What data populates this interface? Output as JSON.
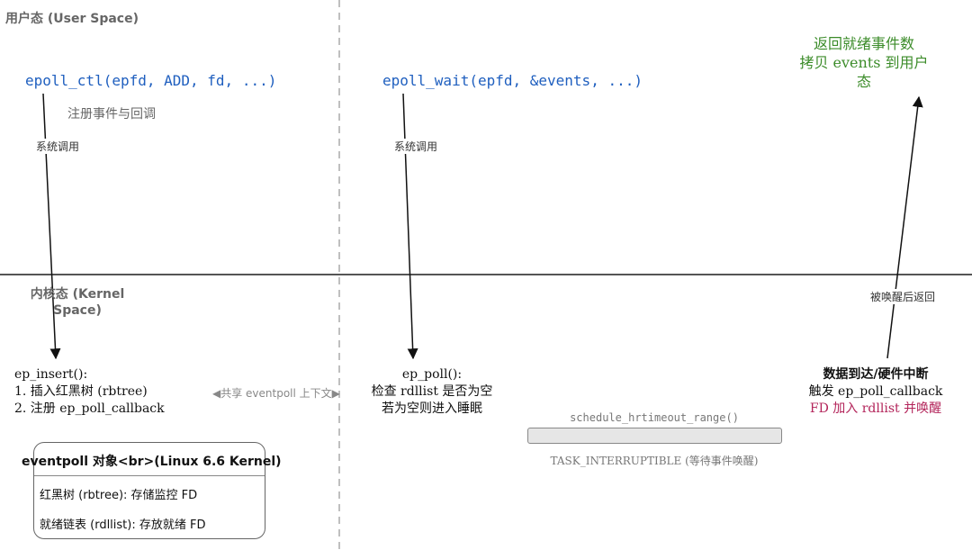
{
  "zones": {
    "user": "用户态 (User Space)",
    "kernel": "内核态 (Kernel Space)"
  },
  "user": {
    "epoll_ctl": "epoll_ctl(epfd, ADD, fd, ...)",
    "register_note": "注册事件与回调",
    "epoll_wait": "epoll_wait(epfd, &events, ...)",
    "return_line1": "返回就绪事件数",
    "return_line2": "拷贝 events 到用户",
    "return_line3": "态"
  },
  "edges": {
    "syscall_left": "系统调用",
    "syscall_mid": "系统调用",
    "woken_return": "被唤醒后返回"
  },
  "kernel": {
    "ep_insert": {
      "title": "ep_insert():",
      "step1": "1. 插入红黑树 (rbtree)",
      "step2": "2. 注册 ep_poll_callback"
    },
    "shared_context": "◀共享 eventpoll 上下文▶",
    "ep_poll": {
      "title": "ep_poll():",
      "line1": "检查 rdllist 是否为空",
      "line2": "若为空则进入睡眠"
    },
    "schedule": "schedule_hrtimeout_range()",
    "task_state": "TASK_INTERRUPTIBLE (等待事件唤醒)",
    "interrupt": {
      "title": "数据到达/硬件中断",
      "line1": "触发 ep_poll_callback",
      "line2": "FD 加入 rdllist 并唤醒"
    },
    "eventpoll_box": {
      "header": "eventpoll 对象<br>(Linux 6.6 Kernel)",
      "row1": "红黑树 (rbtree): 存储监控 FD",
      "row2": "就绪链表 (rdllist): 存放就绪 FD"
    }
  },
  "colors": {
    "api_blue": "#1f5fbf",
    "return_green": "#3c8c2a",
    "wake_red": "#b3245a",
    "divider": "#555555"
  }
}
